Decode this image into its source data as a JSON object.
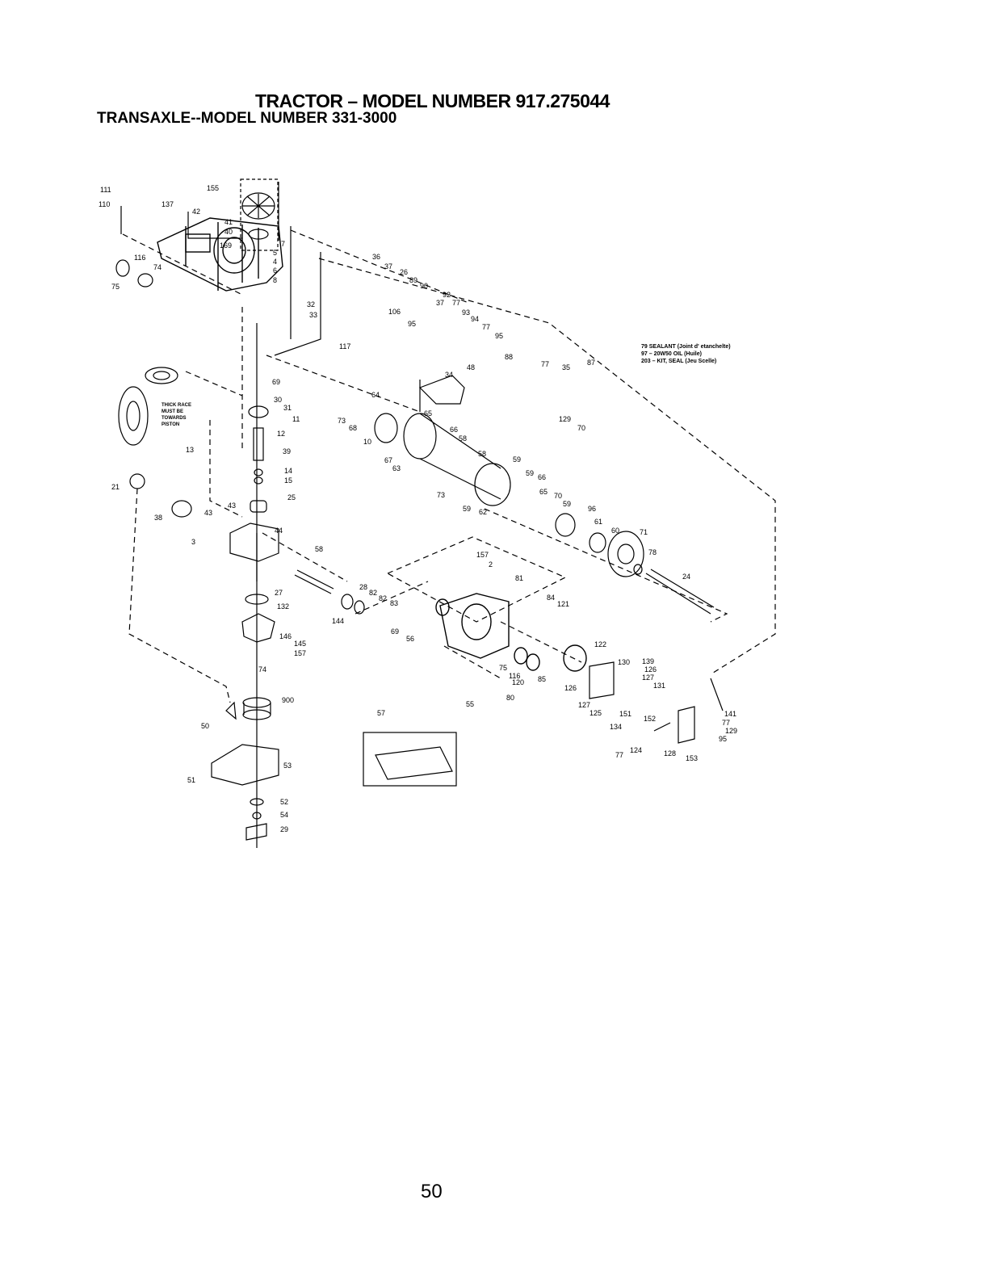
{
  "header": {
    "title": "TRACTOR – MODEL NUMBER 917.275044",
    "subtitle": "TRANSAXLE--MODEL NUMBER 331-3000"
  },
  "notes": [
    "79  SEALANT (Joint d' etanchelte)",
    "97  –  20W50  OIL (Huile)",
    "203  –  KIT,  SEAL (Jeu Scelle)"
  ],
  "bearing_note": [
    "THICK RACE",
    "MUST BE",
    "TOWARDS",
    "PISTON"
  ],
  "part_labels": [
    "111",
    "110",
    "155",
    "137",
    "42",
    "41",
    "40",
    "169",
    "7",
    "5",
    "4",
    "6",
    "8",
    "116",
    "74",
    "75",
    "36",
    "37",
    "26",
    "89",
    "90",
    "92",
    "37",
    "77",
    "93",
    "94",
    "77",
    "95",
    "106",
    "95",
    "32",
    "33",
    "117",
    "69",
    "79",
    "97",
    "203",
    "48",
    "129",
    "77",
    "35",
    "87",
    "34",
    "48",
    "88",
    "70",
    "64",
    "65",
    "73",
    "68",
    "10",
    "30",
    "31",
    "11",
    "12",
    "39",
    "13",
    "14",
    "15",
    "25",
    "21",
    "38",
    "43",
    "43",
    "3",
    "44",
    "58",
    "66",
    "58",
    "67",
    "58",
    "63",
    "59",
    "59",
    "66",
    "73",
    "65",
    "70",
    "59",
    "59",
    "62",
    "96",
    "61",
    "60",
    "71",
    "78",
    "24",
    "27",
    "28",
    "82",
    "82",
    "83",
    "144",
    "132",
    "157",
    "2",
    "81",
    "84",
    "121",
    "69",
    "56",
    "146",
    "145",
    "157",
    "74",
    "75",
    "116",
    "120",
    "85",
    "122",
    "130",
    "139",
    "126",
    "127",
    "131",
    "126",
    "127",
    "125",
    "151",
    "134",
    "152",
    "141",
    "77",
    "129",
    "95",
    "77",
    "124",
    "128",
    "153",
    "80",
    "55",
    "900",
    "57",
    "50",
    "51",
    "53",
    "52",
    "54",
    "29"
  ],
  "page_number": "50"
}
